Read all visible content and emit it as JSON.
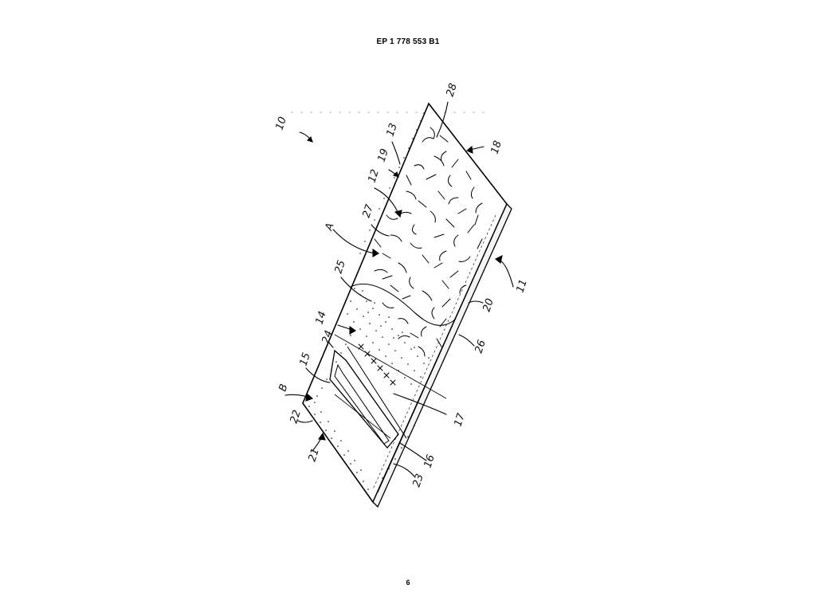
{
  "document": {
    "header": "EP 1 778 553 B1",
    "page_number": "6"
  },
  "figure": {
    "reference_labels": [
      {
        "id": "ref-10",
        "text": "10"
      },
      {
        "id": "ref-28",
        "text": "28"
      },
      {
        "id": "ref-13",
        "text": "13"
      },
      {
        "id": "ref-19",
        "text": "19"
      },
      {
        "id": "ref-18",
        "text": "18"
      },
      {
        "id": "ref-12",
        "text": "12"
      },
      {
        "id": "ref-27",
        "text": "27"
      },
      {
        "id": "ref-A",
        "text": "A"
      },
      {
        "id": "ref-25",
        "text": "25"
      },
      {
        "id": "ref-11",
        "text": "11"
      },
      {
        "id": "ref-20",
        "text": "20"
      },
      {
        "id": "ref-14",
        "text": "14"
      },
      {
        "id": "ref-24",
        "text": "24"
      },
      {
        "id": "ref-26",
        "text": "26"
      },
      {
        "id": "ref-15",
        "text": "15"
      },
      {
        "id": "ref-B",
        "text": "B"
      },
      {
        "id": "ref-17",
        "text": "17"
      },
      {
        "id": "ref-22",
        "text": "22"
      },
      {
        "id": "ref-21",
        "text": "21"
      },
      {
        "id": "ref-16",
        "text": "16"
      },
      {
        "id": "ref-23",
        "text": "23"
      }
    ]
  }
}
